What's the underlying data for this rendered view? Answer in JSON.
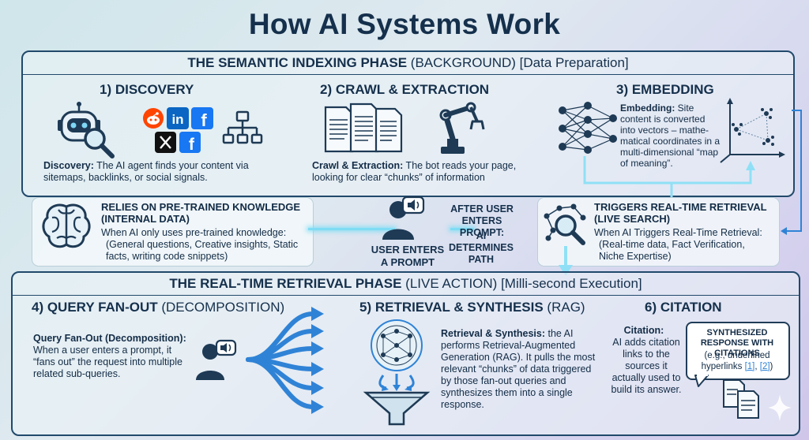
{
  "title": "How AI Systems Work",
  "indexing": {
    "bar_bold": "THE SEMANTIC INDEXING PHASE",
    "bar_light": "(BACKGROUND) [Data Preparation]",
    "discovery": {
      "heading": "1) DISCOVERY",
      "term": "Discovery:",
      "text": " The AI agent finds your content via sitemaps, backlinks, or social signals.",
      "icons": [
        "robot-magnifier-icon",
        "reddit-icon",
        "linkedin-icon",
        "facebook-icon",
        "x-icon",
        "sitemap-icon"
      ]
    },
    "crawl": {
      "heading": "2) CRAWL & EXTRACTION",
      "term": "Crawl & Extraction:",
      "text": " The bot reads your page, looking for clear “chunks” of information",
      "icons": [
        "documents-icon",
        "robot-arm-icon"
      ]
    },
    "embedding": {
      "heading": "3) EMBEDDING",
      "term": "Embedding:",
      "text": " Site content is converted into vectors – mathe-matical coordinates in a multi-dimensional “map of meaning”.",
      "icons": [
        "neural-network-icon",
        "vector-space-icon"
      ]
    }
  },
  "middle": {
    "pretrained": {
      "heading": "RELIES ON PRE-TRAINED KNOWLEDGE (INTERNAL DATA)",
      "lead": "When AI only uses pre-trained knowledge:",
      "body": "(General questions, Creative insights, Static facts, writing code snippets)"
    },
    "user_label": "USER ENTERS A PROMPT",
    "after_label": "AFTER USER ENTERS PROMPT:",
    "determines": "AI DETERMINES PATH",
    "realtime": {
      "heading": "TRIGGERS REAL-TIME RETRIEVAL (LIVE SEARCH)",
      "lead": "When AI Triggers Real-Time Retrieval:",
      "body": "(Real-time data, Fact Verification, Niche Expertise)"
    }
  },
  "retrieval": {
    "bar_bold": "THE REAL-TIME RETRIEVAL PHASE",
    "bar_light": "(LIVE ACTION) [Milli-second Execution]",
    "fanout": {
      "heading_bold": "4) QUERY FAN-OUT",
      "heading_light": "(DECOMPOSITION)",
      "term": "Query Fan-Out (Decomposition):",
      "text": "When a user enters a prompt, it “fans out” the request into multiple related sub-queries."
    },
    "rag": {
      "heading_bold": "5) RETRIEVAL & SYNTHESIS",
      "heading_light": "(RAG)",
      "term": "Retrieval & Synthesis:",
      "text": " the AI performs Retrieval-Augmented Generation (RAG). It pulls the most relevant “chunks” of data triggered by those fan-out queries and synthesizes them into a single response."
    },
    "citation": {
      "heading": "6) CITATION",
      "term": "Citation:",
      "text": "AI adds citation links to the sources it actually used to build its answer.",
      "bubble_title": "SYNTHESIZED RESPONSE WITH CITATIONS",
      "bubble_pre": "(e.g., underlined hyperlinks ",
      "link1": "[1]",
      "sep": ", ",
      "link2": "[2]",
      "bubble_post": ")"
    }
  },
  "colors": {
    "navy": "#15304c",
    "accent_blue": "#2f83d6",
    "cyan_flow": "#6fd3f0",
    "facebook": "#1877f2",
    "linkedin": "#0a66c2",
    "reddit": "#ff4500",
    "x": "#111111"
  }
}
